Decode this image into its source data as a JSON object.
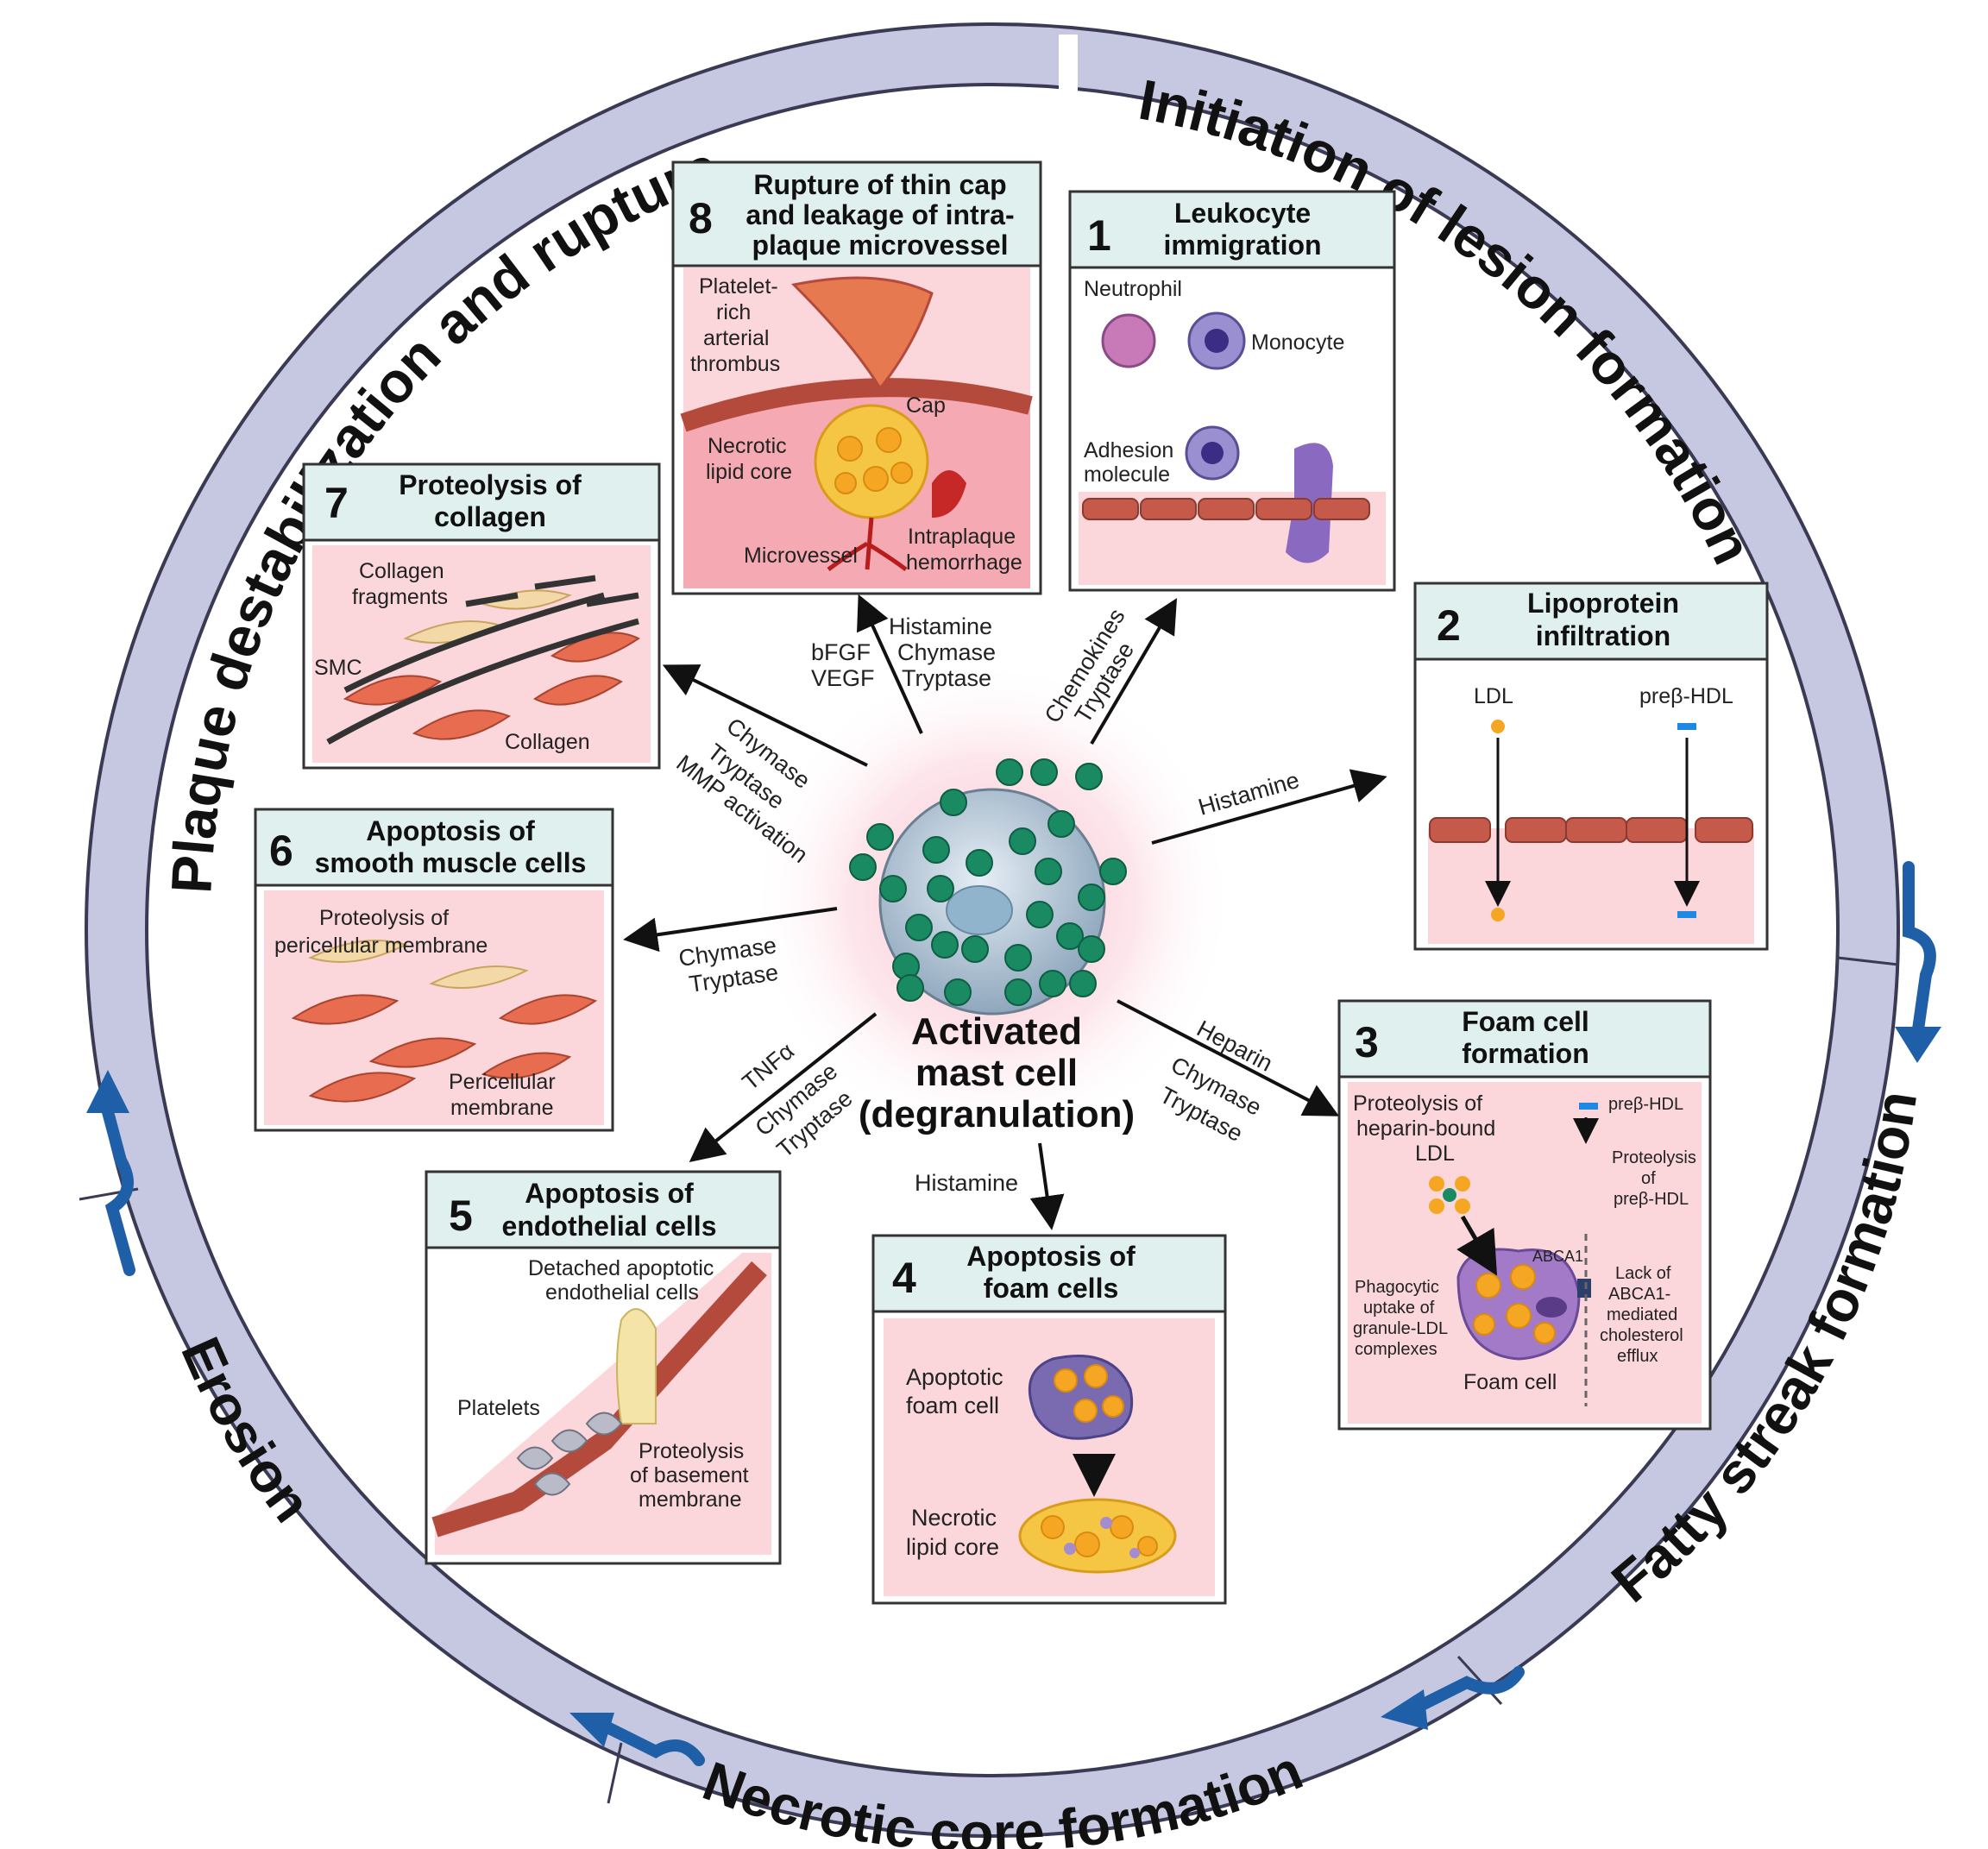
{
  "ring": {
    "initiation": "Initiation of lesion formation",
    "fatty": "Fatty streak formation",
    "necrotic": "Necrotic core formation",
    "erosion": "Erosion",
    "plaque": "Plaque destabilization and rupture"
  },
  "center": {
    "line1": "Activated",
    "line2": "mast cell",
    "line3": "(degranulation)"
  },
  "mediators": {
    "m1a": "Chemokines",
    "m1b": "Tryptase",
    "m2": "Histamine",
    "m3a": "Heparin",
    "m3b": "Chymase",
    "m3c": "Tryptase",
    "m4": "Histamine",
    "m5a": "TNFα",
    "m5b": "Chymase",
    "m5c": "Tryptase",
    "m6a": "Chymase",
    "m6b": "Tryptase",
    "m7a": "Chymase",
    "m7b": "Tryptase",
    "m7c": "MMP activation",
    "m8a": "bFGF",
    "m8b": "VEGF",
    "m8c": "Histamine",
    "m8d": "Chymase",
    "m8e": "Tryptase"
  },
  "boxes": {
    "b1": {
      "num": "1",
      "t1": "Leukocyte",
      "t2": "immigration",
      "neutrophil": "Neutrophil",
      "monocyte": "Monocyte",
      "adh1": "Adhesion",
      "adh2": "molecule"
    },
    "b2": {
      "num": "2",
      "t1": "Lipoprotein",
      "t2": "infiltration",
      "ldl": "LDL",
      "hdl": "preβ-HDL"
    },
    "b3": {
      "num": "3",
      "t1": "Foam cell",
      "t2": "formation",
      "p1": "Proteolysis of",
      "p2": "heparin-bound",
      "p3": "LDL",
      "hdl": "preβ-HDL",
      "pp1": "Proteolysis",
      "pp2": "of",
      "pp3": "preβ-HDL",
      "abca": "ABCA1",
      "ph1": "Phagocytic",
      "ph2": "uptake of",
      "ph3": "granule-LDL",
      "ph4": "complexes",
      "foam": "Foam cell",
      "lk1": "Lack of",
      "lk2": "ABCA1-",
      "lk3": "mediated",
      "lk4": "cholesterol",
      "lk5": "efflux"
    },
    "b4": {
      "num": "4",
      "t1": "Apoptosis of",
      "t2": "foam cells",
      "a1": "Apoptotic",
      "a2": "foam cell",
      "n1": "Necrotic",
      "n2": "lipid core"
    },
    "b5": {
      "num": "5",
      "t1": "Apoptosis of",
      "t2": "endothelial cells",
      "d1": "Detached apoptotic",
      "d2": "endothelial cells",
      "platelets": "Platelets",
      "pb1": "Proteolysis",
      "pb2": "of basement",
      "pb3": "membrane"
    },
    "b6": {
      "num": "6",
      "t1": "Apoptosis of",
      "t2": "smooth muscle cells",
      "p1": "Proteolysis of",
      "p2": "pericellular membrane",
      "pc1": "Pericellular",
      "pc2": "membrane"
    },
    "b7": {
      "num": "7",
      "t1": "Proteolysis of",
      "t2": "collagen",
      "cf1": "Collagen",
      "cf2": "fragments",
      "smc": "SMC",
      "col": "Collagen"
    },
    "b8": {
      "num": "8",
      "t1": "Rupture of thin cap",
      "t2": "and leakage of intra-",
      "t3": "plaque microvessel",
      "pl1": "Platelet-",
      "pl2": "rich",
      "pl3": "arterial",
      "pl4": "thrombus",
      "cap": "Cap",
      "nl1": "Necrotic",
      "nl2": "lipid core",
      "mv": "Microvessel",
      "ih1": "Intraplaque",
      "ih2": "hemorrhage"
    }
  },
  "colors": {
    "ring_fill": "#c5c8e0",
    "ring_stroke": "#3a3a55",
    "header_fill": "#dff0ef",
    "panel_pink": "#fbd7dc",
    "granule": "#1a8a62",
    "arrow_blue": "#1e5fa8",
    "cell_red": "#e86c50",
    "lipid_orange": "#f5a623"
  }
}
